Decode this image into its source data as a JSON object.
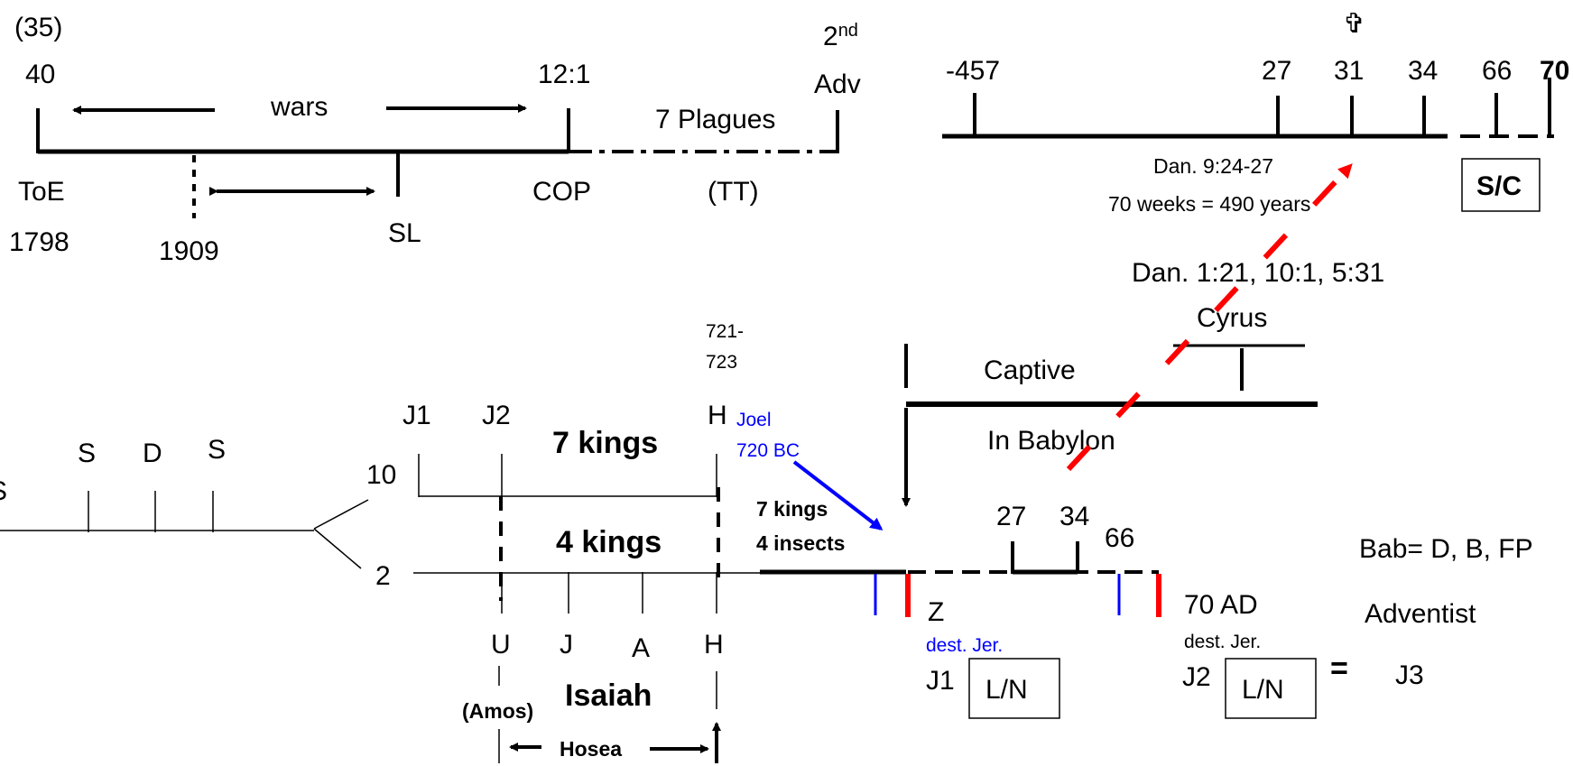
{
  "top_left": {
    "count_35": "(35)",
    "y40": "40",
    "wars": "wars",
    "v121": "12:1",
    "second_adv_2": "2",
    "second_adv_nd": "nd",
    "second_adv_adv": "Adv",
    "plagues": "7 Plagues",
    "toe": "ToE",
    "y1798": "1798",
    "y1909": "1909",
    "sl": "SL",
    "cop": "COP",
    "tt": "(TT)"
  },
  "top_right": {
    "cross_glyph": "✞",
    "ticks": [
      "-457",
      "27",
      "31",
      "34",
      "66",
      "70"
    ],
    "ref": "Dan. 9:24-27",
    "weeks": "70 weeks = 490 years",
    "sc": "S/C"
  },
  "middle": {
    "dan_ref": "Dan. 1:21, 10:1, 5:31",
    "cyrus": "Cyrus",
    "captive": "Captive",
    "in_babylon": "In Babylon",
    "y721": "721-",
    "y723": "723"
  },
  "statue": {
    "s_tail": "S",
    "s1": "S",
    "d": "D",
    "s2": "S"
  },
  "kingdoms": {
    "j1": "J1",
    "j2": "J2",
    "h_top": "H",
    "ten": "10",
    "two": "2",
    "seven_kings": "7 kings",
    "four_kings": "4 kings",
    "joel": "Joel",
    "joel_bc": "720 BC",
    "seven_kings_b": "7 kings",
    "four_insects": "4 insects",
    "u": "U",
    "j": "J",
    "a": "A",
    "h": "H",
    "isaiah": "Isaiah",
    "amos": "(Amos)",
    "hosea": "Hosea"
  },
  "bottom_right": {
    "y27": "27",
    "y34": "34",
    "y66": "66",
    "z": "Z",
    "dest_jer_1": "dest. Jer.",
    "j1": "J1",
    "ln1": "L/N",
    "ad70": "70 AD",
    "dest_jer_2": "dest. Jer.",
    "j2": "J2",
    "ln2": "L/N",
    "equals": "=",
    "j3": "J3",
    "bab": "Bab= D, B, FP",
    "adventist": "Adventist"
  },
  "colors": {
    "blue": "#0000ff",
    "red": "#ff0000",
    "ink": "#000000"
  }
}
